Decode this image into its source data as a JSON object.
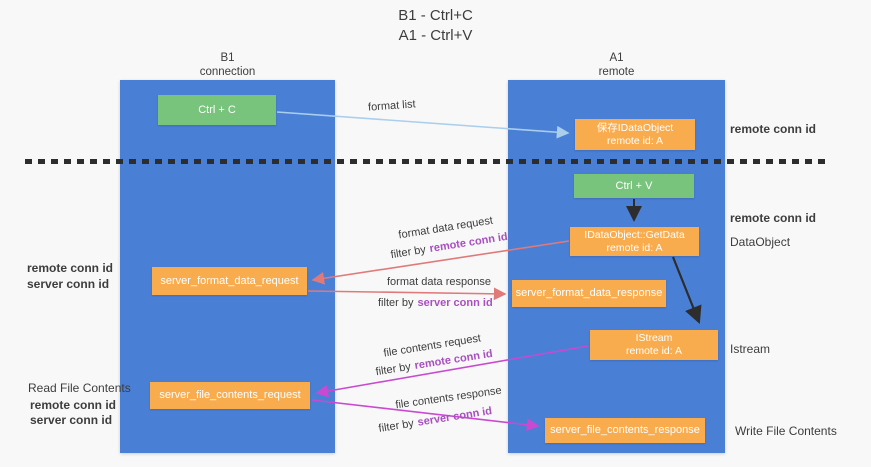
{
  "title": {
    "line1": "B1 - Ctrl+C",
    "line2": "A1 - Ctrl+V"
  },
  "lanes": {
    "left": {
      "title": "B1",
      "subtitle": "connection"
    },
    "right": {
      "title": "A1",
      "subtitle": "remote"
    }
  },
  "nodes": {
    "ctrl_c": {
      "label": "Ctrl + C"
    },
    "ctrl_v": {
      "label": "Ctrl + V"
    },
    "saved_dataobject": {
      "line1": "保存IDataObject",
      "line2": "remote id: A"
    },
    "getdata": {
      "line1": "IDataObject::GetData",
      "line2": "remote id: A"
    },
    "istream": {
      "line1": "IStream",
      "line2": "remote id: A"
    },
    "format_request": {
      "label": "server_format_data_request"
    },
    "format_response": {
      "label": "server_format_data_response"
    },
    "file_request": {
      "label": "server_file_contents_request"
    },
    "file_response": {
      "label": "server_file_contents_response"
    }
  },
  "flow_labels": {
    "format_list": "format list",
    "format_data_request": "format data request",
    "format_data_response": "format data response",
    "file_contents_request": "file contents request",
    "file_contents_response": "file contents response",
    "filter_by": "filter by",
    "remote_conn_id": "remote conn id",
    "server_conn_id": "server conn id"
  },
  "annotations": {
    "left": {
      "remote_conn_id": "remote conn id",
      "server_conn_id": "server conn id",
      "read_file_contents": "Read File Contents",
      "remote_conn_id_2": "remote conn id",
      "server_conn_id_2": "server conn id"
    },
    "right": {
      "remote_conn_id_top": "remote conn id",
      "remote_conn_id_mid": "remote conn id",
      "dataobject": "DataObject",
      "istream": "Istream",
      "write_file_contents": "Write File Contents"
    }
  },
  "colors": {
    "lane_blue": "#4a7fd6",
    "box_orange": "#f9ac4e",
    "box_green": "#79c47c",
    "purple_text": "#a850c0",
    "green_text": "#67bd6b",
    "red_arrow": "#e07a7a",
    "magenta_arrow": "#c94ad0",
    "blue_arrow": "#a9cfec",
    "black_arrow": "#2d2d2d"
  }
}
